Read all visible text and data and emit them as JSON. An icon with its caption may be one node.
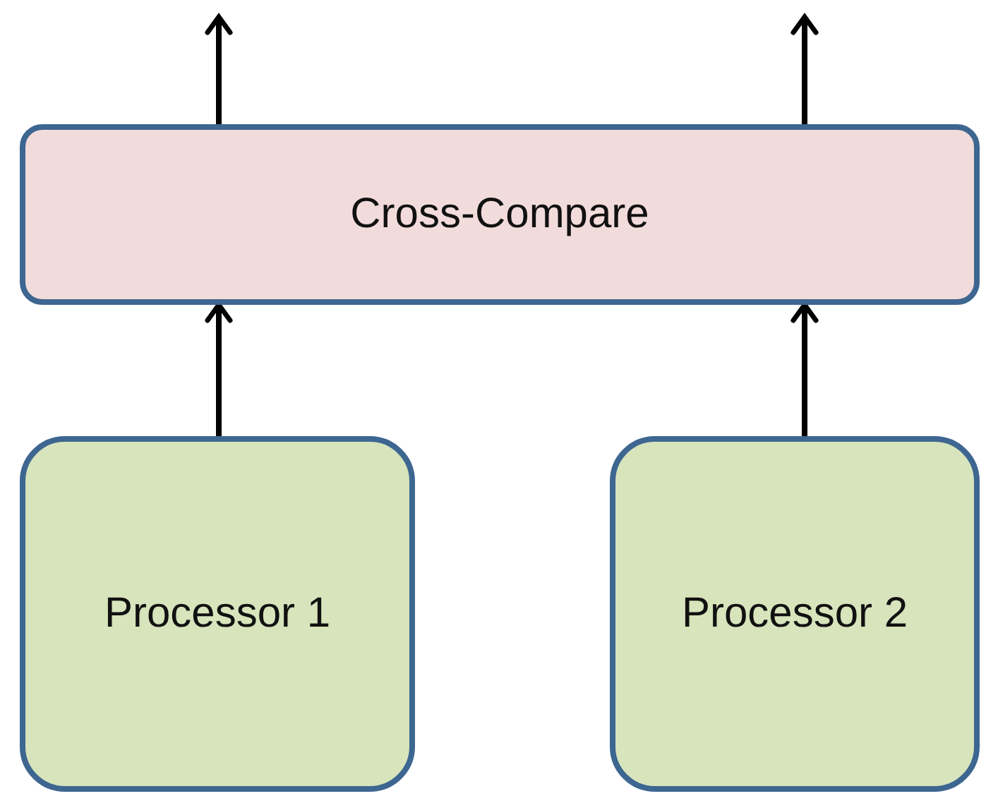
{
  "diagram": {
    "nodes": [
      {
        "text": [
          "Cross-Compare"
        ]
      },
      {
        "text": [
          "Processor 1"
        ]
      },
      {
        "text": [
          "Processor 2"
        ]
      }
    ],
    "edges": [
      {
        "from": 1,
        "to": 0,
        "arrow": "to"
      },
      {
        "from": 2,
        "to": 0,
        "arrow": "to"
      },
      {
        "from": 0,
        "to": null,
        "arrow": "to"
      },
      {
        "from": 0,
        "to": null,
        "arrow": "to"
      }
    ]
  }
}
